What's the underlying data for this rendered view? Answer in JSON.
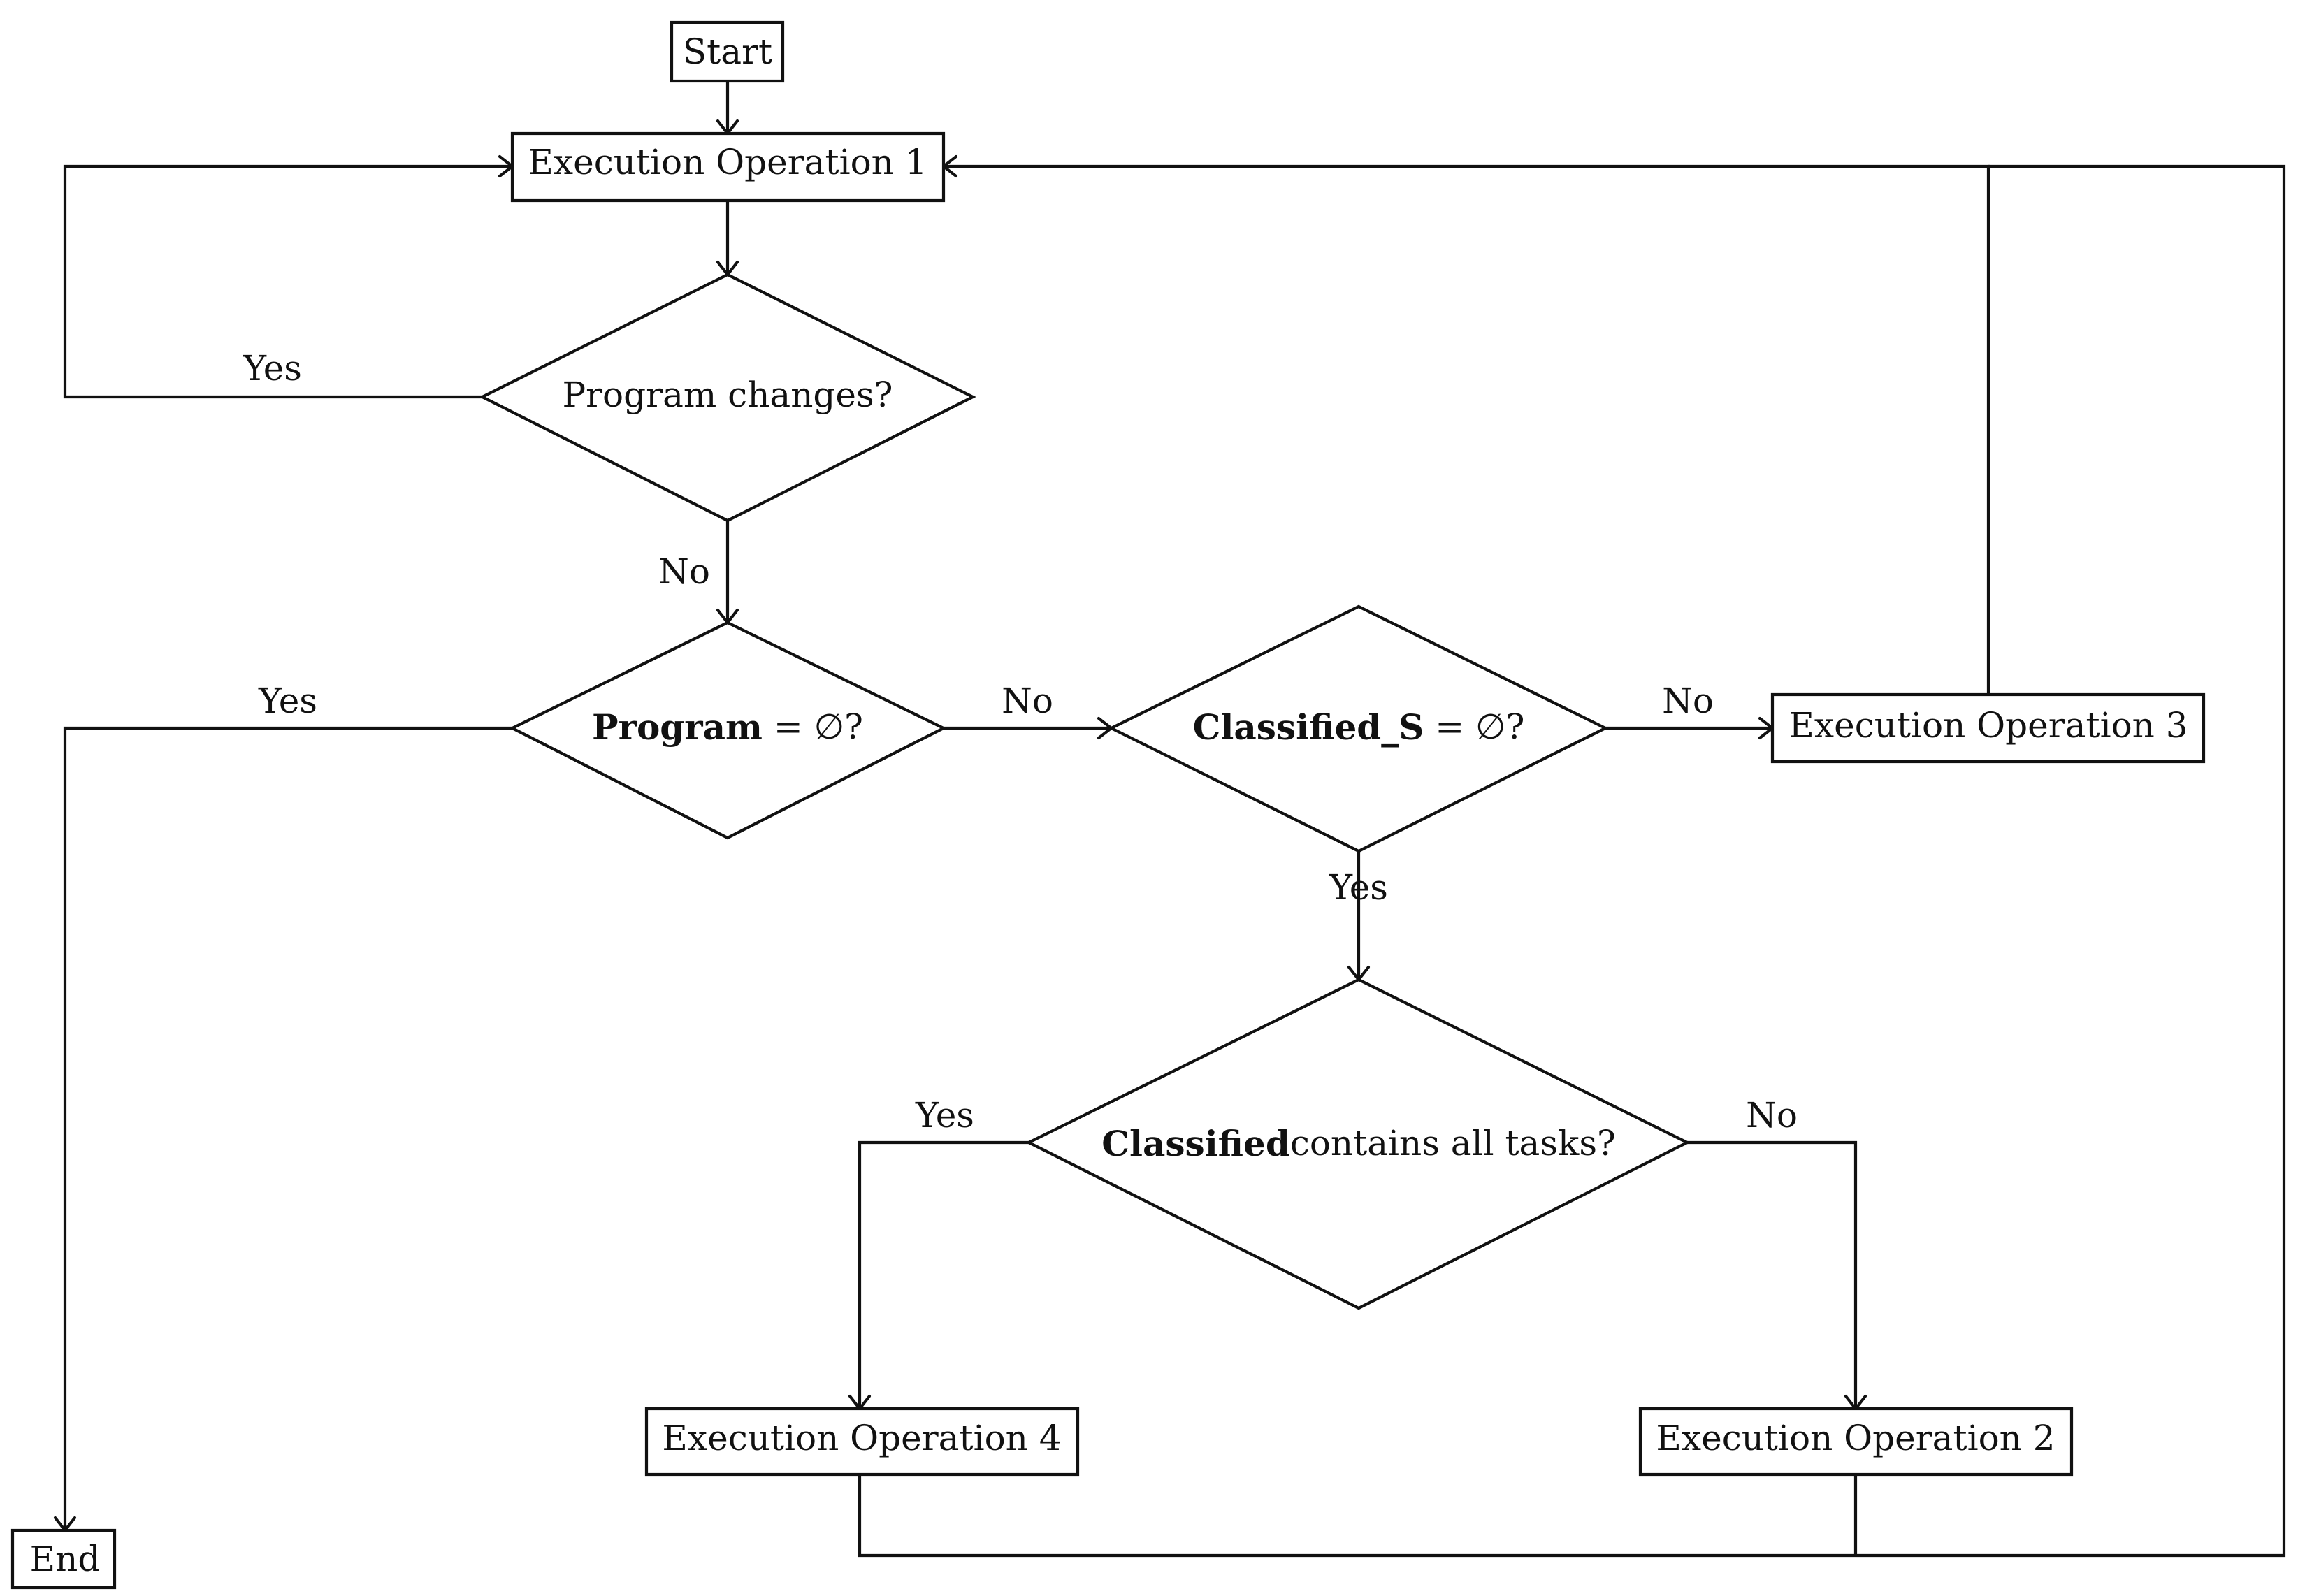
{
  "nodes": {
    "start": "Start",
    "op1": "Execution Operation 1",
    "dec_changes": "Program changes?",
    "dec_program": {
      "bold": "Program",
      "rest": " = ∅?"
    },
    "dec_classified_s": {
      "bold": "Classified_S",
      "rest": " = ∅?"
    },
    "op3": "Execution Operation 3",
    "dec_all_tasks": {
      "bold": "Classified",
      "rest": "contains all tasks?"
    },
    "op4": "Execution Operation 4",
    "op2": "Execution Operation 2",
    "end": "End"
  },
  "edge_labels": {
    "changes_yes": "Yes",
    "changes_no": "No",
    "program_yes": "Yes",
    "program_no": "No",
    "classified_s_no": "No",
    "classified_s_yes": "Yes",
    "all_tasks_yes": "Yes",
    "all_tasks_no": "No"
  }
}
